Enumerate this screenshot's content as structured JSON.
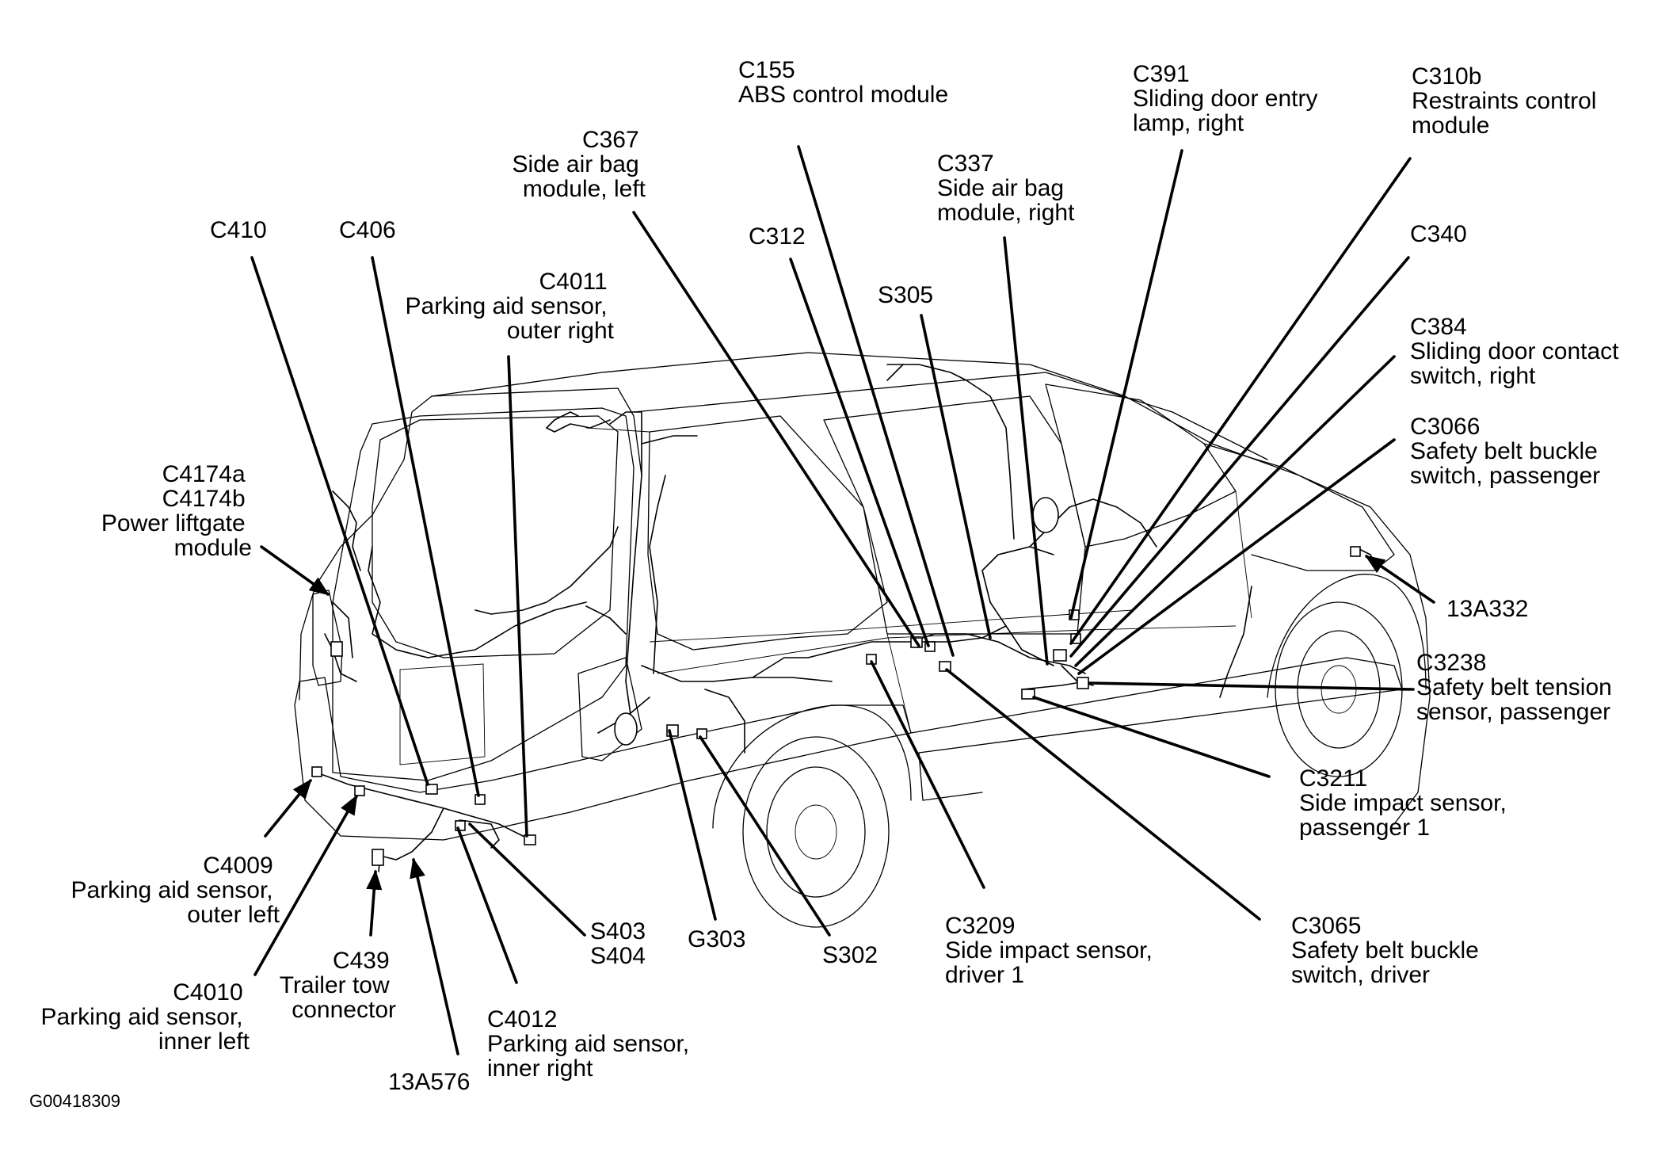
{
  "figure_id": "G00418309",
  "callouts": [
    {
      "id": "c155",
      "lines": [
        "C155",
        "ABS control module"
      ]
    },
    {
      "id": "c391",
      "lines": [
        "C391",
        "Sliding door entry",
        "lamp, right"
      ]
    },
    {
      "id": "c310b",
      "lines": [
        "C310b",
        "Restraints control",
        "module"
      ]
    },
    {
      "id": "c367",
      "lines": [
        "C367",
        "Side air bag",
        "module, left"
      ]
    },
    {
      "id": "c337",
      "lines": [
        "C337",
        "Side air bag",
        "module, right"
      ]
    },
    {
      "id": "c410",
      "lines": [
        "C410"
      ]
    },
    {
      "id": "c406",
      "lines": [
        "C406"
      ]
    },
    {
      "id": "c312",
      "lines": [
        "C312"
      ]
    },
    {
      "id": "c340",
      "lines": [
        "C340"
      ]
    },
    {
      "id": "s305",
      "lines": [
        "S305"
      ]
    },
    {
      "id": "c4011",
      "lines": [
        "C4011",
        "Parking aid sensor,",
        "outer right"
      ]
    },
    {
      "id": "c384",
      "lines": [
        "C384",
        "Sliding door contact",
        "switch, right"
      ]
    },
    {
      "id": "c3066",
      "lines": [
        "C3066",
        "Safety belt buckle",
        "switch, passenger"
      ]
    },
    {
      "id": "c4174",
      "lines": [
        "C4174a",
        "C4174b",
        "Power liftgate",
        "module"
      ]
    },
    {
      "id": "13a332",
      "lines": [
        "13A332"
      ]
    },
    {
      "id": "c3238",
      "lines": [
        "C3238",
        "Safety belt tension",
        "sensor, passenger"
      ]
    },
    {
      "id": "c3211",
      "lines": [
        "C3211",
        "Side impact sensor,",
        "passenger 1"
      ]
    },
    {
      "id": "c4009",
      "lines": [
        "C4009",
        "Parking aid sensor,",
        "outer left"
      ]
    },
    {
      "id": "s403",
      "lines": [
        "S403",
        "S404"
      ]
    },
    {
      "id": "g303",
      "lines": [
        "G303"
      ]
    },
    {
      "id": "s302",
      "lines": [
        "S302"
      ]
    },
    {
      "id": "c3209",
      "lines": [
        "C3209",
        "Side impact sensor,",
        "driver 1"
      ]
    },
    {
      "id": "c3065",
      "lines": [
        "C3065",
        "Safety belt buckle",
        "switch, driver"
      ]
    },
    {
      "id": "c439",
      "lines": [
        "C439",
        "Trailer tow",
        "connector"
      ]
    },
    {
      "id": "c4010",
      "lines": [
        "C4010",
        "Parking aid sensor,",
        "inner left"
      ]
    },
    {
      "id": "c4012",
      "lines": [
        "C4012",
        "Parking aid sensor,",
        "inner right"
      ]
    },
    {
      "id": "13a576",
      "lines": [
        "13A576"
      ]
    }
  ]
}
